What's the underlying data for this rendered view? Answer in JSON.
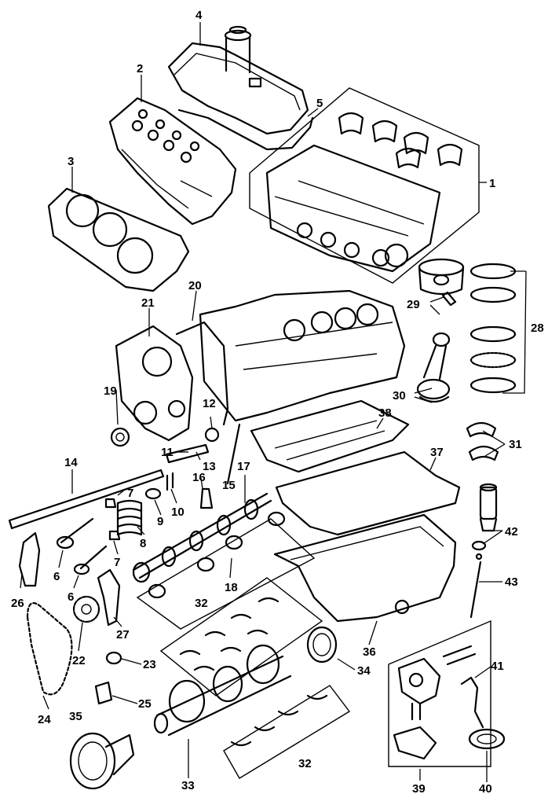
{
  "labels": {
    "l1": "1",
    "l2": "2",
    "l3": "3",
    "l4": "4",
    "l5": "5",
    "l6a": "6",
    "l6b": "6",
    "l7a": "7",
    "l7b": "7",
    "l8": "8",
    "l9": "9",
    "l10": "10",
    "l11": "11",
    "l12": "12",
    "l13": "13",
    "l14": "14",
    "l15": "15",
    "l16": "16",
    "l17": "17",
    "l18": "18",
    "l19": "19",
    "l20": "20",
    "l21": "21",
    "l22": "22",
    "l23": "23",
    "l24": "24",
    "l25": "25",
    "l26": "26",
    "l27": "27",
    "l28": "28",
    "l29": "29",
    "l30": "30",
    "l31": "31",
    "l32a": "32",
    "l32b": "32",
    "l33": "33",
    "l34": "34",
    "l35": "35",
    "l36": "36",
    "l37": "37",
    "l38": "38",
    "l39": "39",
    "l40": "40",
    "l41": "41",
    "l42": "42",
    "l43": "43"
  }
}
